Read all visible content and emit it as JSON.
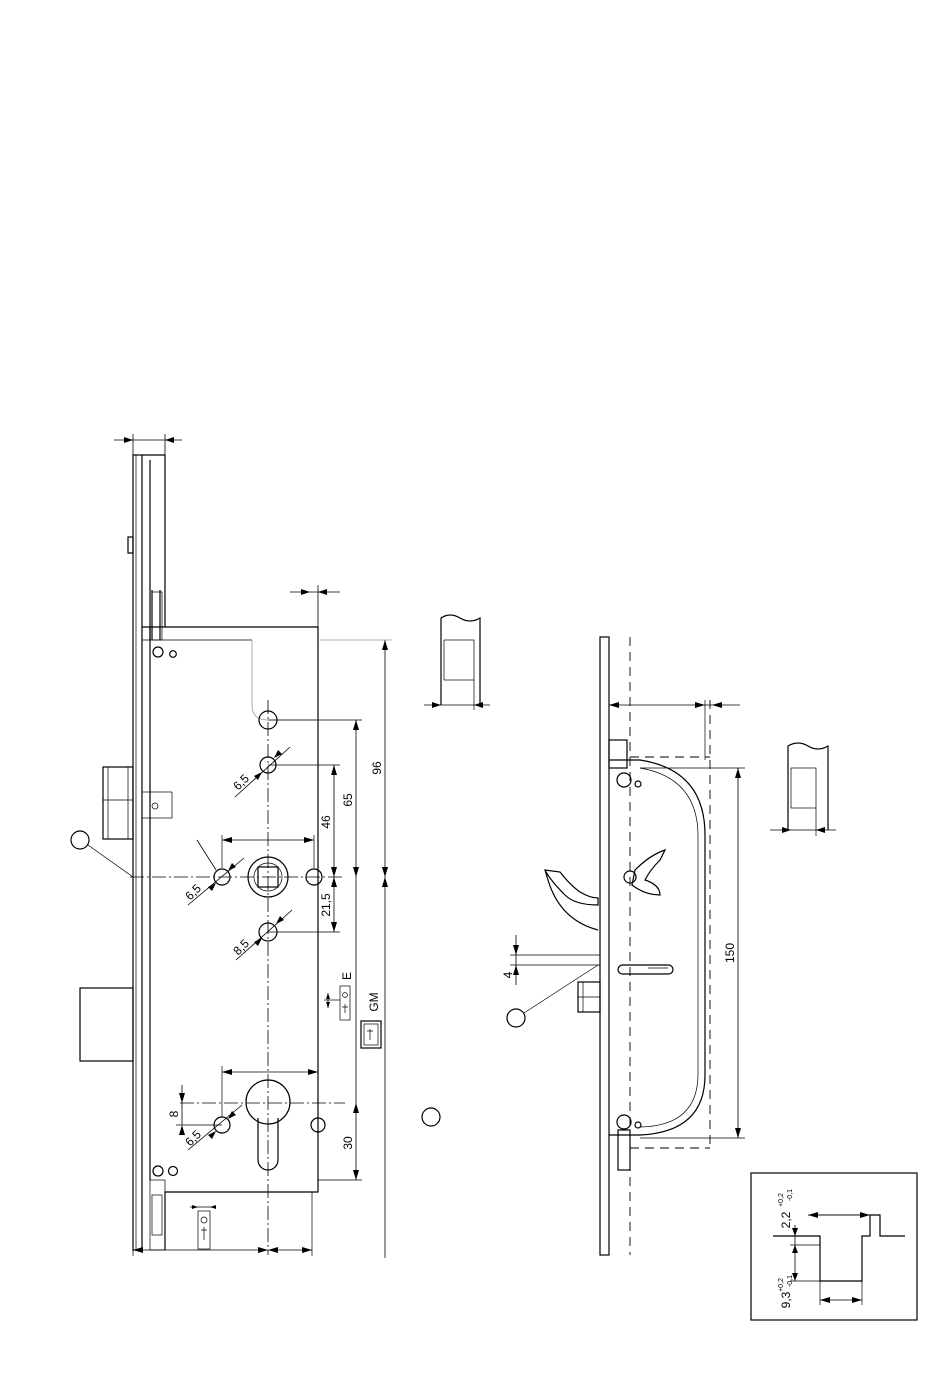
{
  "dimensions": {
    "front_96": "96",
    "front_65": "65",
    "front_46": "46",
    "front_21_5": "21,5",
    "front_30": "30",
    "hole_6_5_upper": "6,5",
    "hole_6_5_middle": "6,5",
    "hole_8_5": "8,5",
    "hole_6_5_lower": "6,5",
    "offset_8": "8",
    "side_150": "150",
    "side_4": "4"
  },
  "labels": {
    "e": "E",
    "gm": "GM"
  },
  "detail": {
    "dim_top": "2,2",
    "dim_top_tol_upper": "+0,2",
    "dim_top_tol_lower": "-0,1",
    "dim_bottom": "9,3",
    "dim_bottom_tol_upper": "+0,2",
    "dim_bottom_tol_lower": "-0,1"
  }
}
